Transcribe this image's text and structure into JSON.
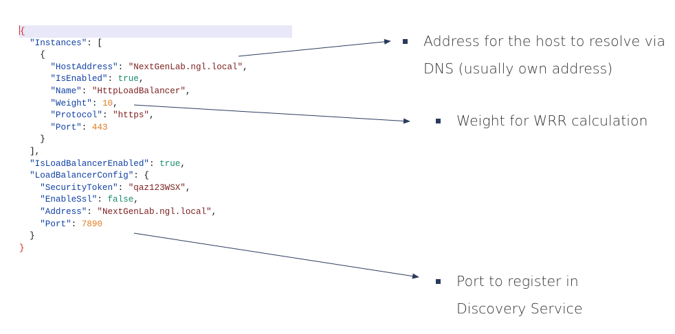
{
  "code_lines": [
    [
      [
        "p",
        "{"
      ]
    ],
    [
      [
        "p",
        "  "
      ],
      [
        "k",
        "\"Instances\""
      ],
      [
        "p",
        ": ["
      ]
    ],
    [
      [
        "p",
        "    {"
      ]
    ],
    [
      [
        "p",
        "      "
      ],
      [
        "k",
        "\"HostAddress\""
      ],
      [
        "p",
        ": "
      ],
      [
        "s",
        "\"NextGenLab.ngl.local\""
      ],
      [
        "p",
        ","
      ]
    ],
    [
      [
        "p",
        "      "
      ],
      [
        "k",
        "\"IsEnabled\""
      ],
      [
        "p",
        ": "
      ],
      [
        "b",
        "true"
      ],
      [
        "p",
        ","
      ]
    ],
    [
      [
        "p",
        "      "
      ],
      [
        "k",
        "\"Name\""
      ],
      [
        "p",
        ": "
      ],
      [
        "s",
        "\"HttpLoadBalancer\""
      ],
      [
        "p",
        ","
      ]
    ],
    [
      [
        "p",
        "      "
      ],
      [
        "k",
        "\"Weight\""
      ],
      [
        "p",
        ": "
      ],
      [
        "n",
        "10"
      ],
      [
        "p",
        ","
      ]
    ],
    [
      [
        "p",
        "      "
      ],
      [
        "k",
        "\"Protocol\""
      ],
      [
        "p",
        ": "
      ],
      [
        "s",
        "\"https\""
      ],
      [
        "p",
        ","
      ]
    ],
    [
      [
        "p",
        "      "
      ],
      [
        "k",
        "\"Port\""
      ],
      [
        "p",
        ": "
      ],
      [
        "n",
        "443"
      ]
    ],
    [
      [
        "p",
        "    }"
      ]
    ],
    [
      [
        "p",
        "  ],"
      ]
    ],
    [
      [
        "p",
        "  "
      ],
      [
        "k",
        "\"IsLoadBalancerEnabled\""
      ],
      [
        "p",
        ": "
      ],
      [
        "b",
        "true"
      ],
      [
        "p",
        ","
      ]
    ],
    [
      [
        "p",
        "  "
      ],
      [
        "k",
        "\"LoadBalancerConfig\""
      ],
      [
        "p",
        ": {"
      ]
    ],
    [
      [
        "p",
        "    "
      ],
      [
        "k",
        "\"SecurityToken\""
      ],
      [
        "p",
        ": "
      ],
      [
        "s",
        "\"qaz123WSX\""
      ],
      [
        "p",
        ","
      ]
    ],
    [
      [
        "p",
        "    "
      ],
      [
        "k",
        "\"EnableSsl\""
      ],
      [
        "p",
        ": "
      ],
      [
        "b",
        "false"
      ],
      [
        "p",
        ","
      ]
    ],
    [
      [
        "p",
        "    "
      ],
      [
        "k",
        "\"Address\""
      ],
      [
        "p",
        ": "
      ],
      [
        "s",
        "\"NextGenLab.ngl.local\""
      ],
      [
        "p",
        ","
      ]
    ],
    [
      [
        "p",
        "    "
      ],
      [
        "k",
        "\"Port\""
      ],
      [
        "p",
        ": "
      ],
      [
        "n",
        "7890"
      ]
    ],
    [
      [
        "p",
        "  }"
      ]
    ],
    [
      [
        "r",
        "}"
      ]
    ]
  ],
  "annotations": {
    "host_address": {
      "line1": "Address for the host to resolve via",
      "line2": "DNS (usually own address)"
    },
    "weight": {
      "line1": "Weight for WRR calculation"
    },
    "port": {
      "line1": "Port to register in",
      "line2": "Discovery Service"
    }
  },
  "colors": {
    "key": "#0e3fa3",
    "string": "#7a1d1d",
    "boolean": "#178a6d",
    "number": "#e07b1f",
    "root_brace": "#d0281f",
    "arrow": "#2a3a5c",
    "highlight": "#e8e8f8"
  }
}
